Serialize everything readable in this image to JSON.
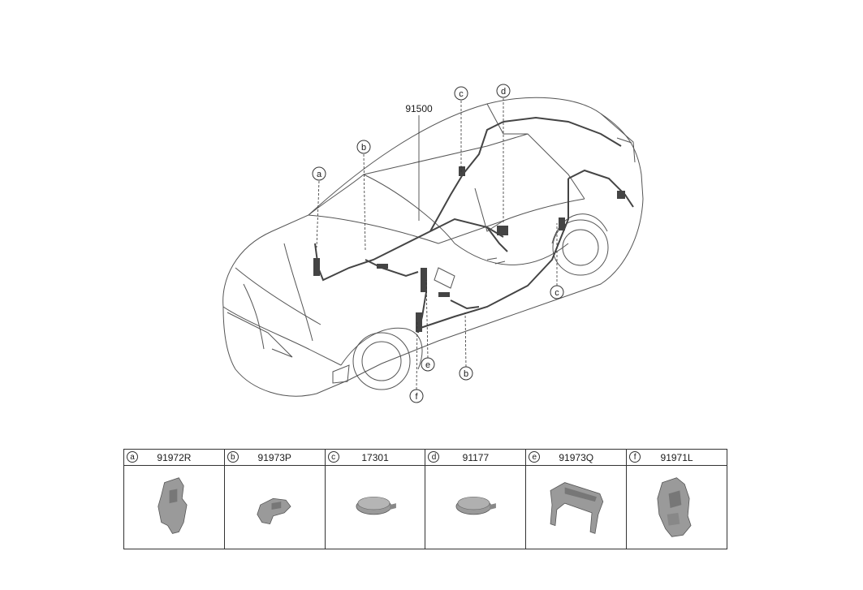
{
  "diagram": {
    "main_part": "91500",
    "callouts": [
      {
        "id": "a",
        "letter": "a"
      },
      {
        "id": "b1",
        "letter": "b"
      },
      {
        "id": "c1",
        "letter": "c"
      },
      {
        "id": "d",
        "letter": "d"
      },
      {
        "id": "c2",
        "letter": "c"
      },
      {
        "id": "e",
        "letter": "e"
      },
      {
        "id": "b2",
        "letter": "b"
      },
      {
        "id": "f",
        "letter": "f"
      }
    ]
  },
  "legend": [
    {
      "letter": "a",
      "part": "91972R"
    },
    {
      "letter": "b",
      "part": "91973P"
    },
    {
      "letter": "c",
      "part": "17301"
    },
    {
      "letter": "d",
      "part": "91177"
    },
    {
      "letter": "e",
      "part": "91973Q"
    },
    {
      "letter": "f",
      "part": "91971L"
    }
  ],
  "colors": {
    "line": "#333333",
    "harness": "#444444",
    "part_fill": "#9a9a9a"
  }
}
